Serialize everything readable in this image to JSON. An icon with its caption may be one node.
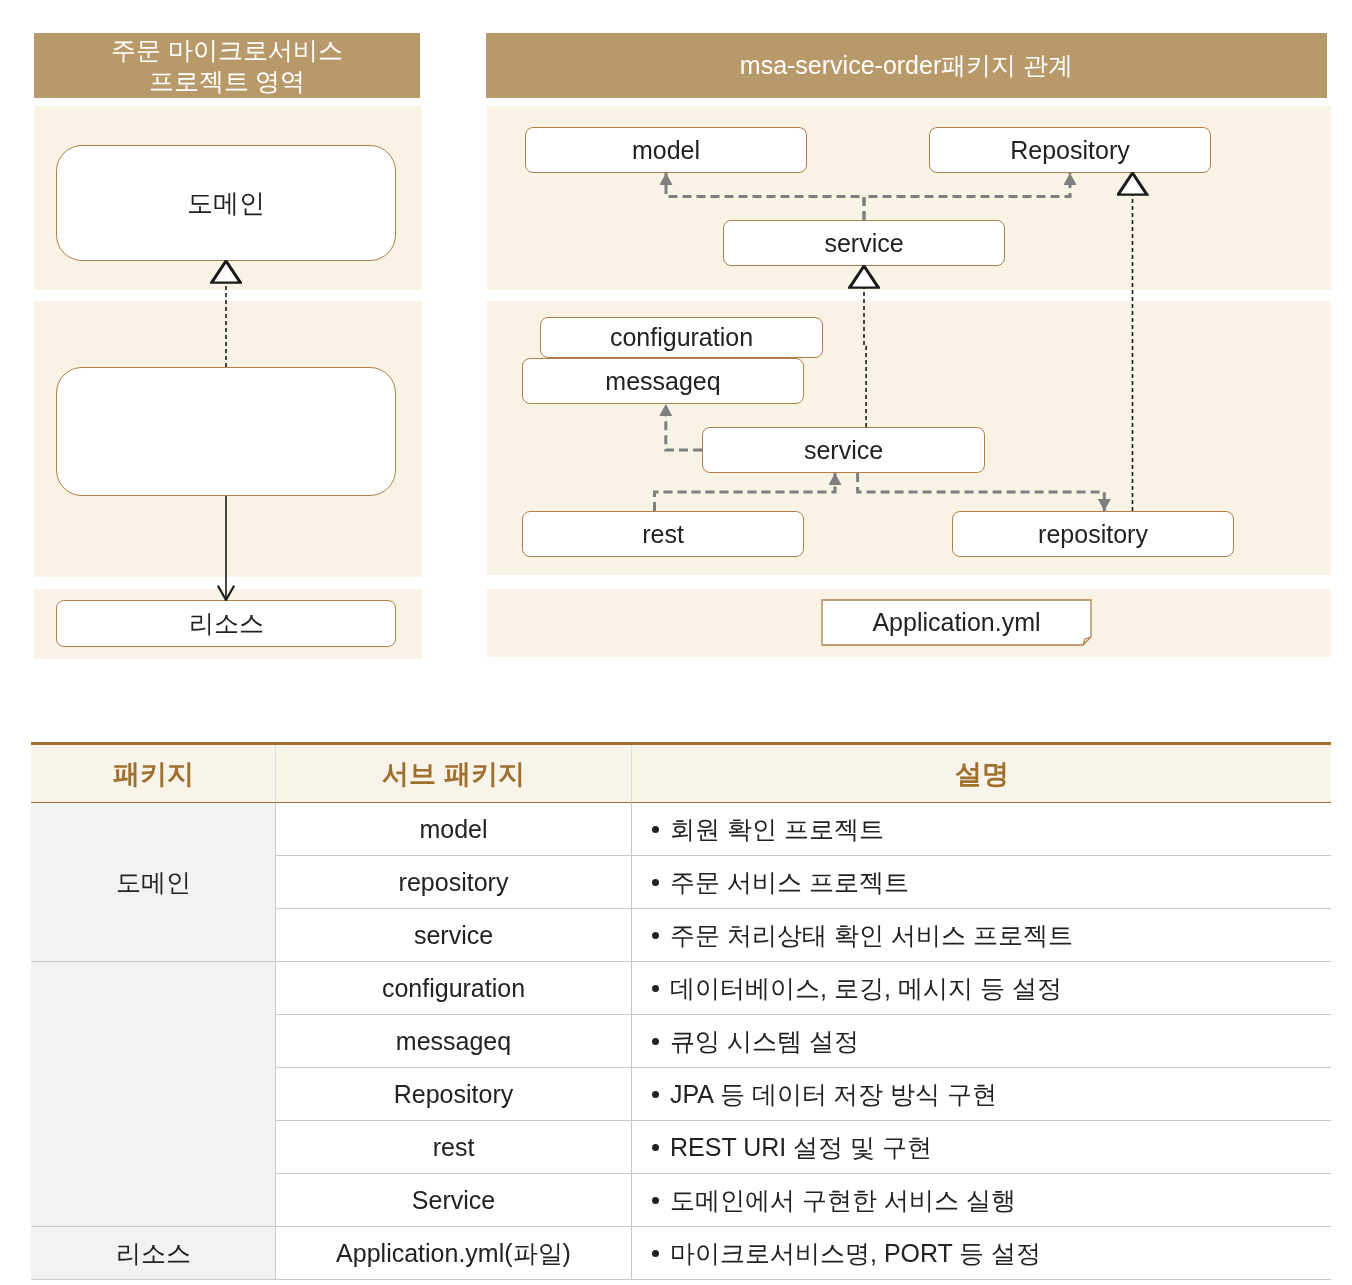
{
  "diagram": {
    "nodes": [
      {
        "text": [
          "주문 마이크로서비스 프로젝트 영역"
        ]
      },
      {
        "text": [],
        "shape": "band"
      },
      {
        "text": [
          "도메인"
        ],
        "in": 1
      },
      {
        "text": [],
        "shape": "band"
      },
      {
        "text": [],
        "shape": "box",
        "in": 3
      },
      {
        "text": [],
        "shape": "band"
      },
      {
        "text": [
          "리소스"
        ],
        "in": 5
      },
      {
        "text": [
          "msa-service-order패키지 관계"
        ]
      },
      {
        "text": [],
        "shape": "band"
      },
      {
        "text": [
          "model"
        ],
        "in": 8
      },
      {
        "text": [
          "Repository"
        ],
        "in": 8
      },
      {
        "text": [
          "service"
        ],
        "in": 8
      },
      {
        "text": [],
        "shape": "band"
      },
      {
        "text": [
          "configuration"
        ],
        "in": 12
      },
      {
        "text": [
          "messageq"
        ],
        "in": 12
      },
      {
        "text": [
          "service"
        ],
        "in": 12
      },
      {
        "text": [
          "rest"
        ],
        "in": 12
      },
      {
        "text": [
          "repository"
        ],
        "in": 12
      },
      {
        "text": [],
        "shape": "band"
      },
      {
        "text": [
          "Application.yml"
        ],
        "in": 18
      }
    ],
    "edges": [
      {
        "from": 4,
        "to": 2,
        "arrow": "to",
        "style": "dashed",
        "color": "#1a1a1a"
      },
      {
        "from": 4,
        "to": 6,
        "arrow": "to",
        "color": "#1a1a1a"
      },
      {
        "from": 11,
        "to": 9,
        "arrow": "to",
        "style": "dashed"
      },
      {
        "from": 11,
        "to": 10,
        "arrow": "to",
        "style": "dashed"
      },
      {
        "from": 15,
        "to": 11,
        "arrow": "to",
        "style": "dashed",
        "color": "#1a1a1a"
      },
      {
        "from": 17,
        "to": 10,
        "arrow": "to",
        "style": "dashed",
        "color": "#1a1a1a"
      },
      {
        "from": 15,
        "to": 14,
        "arrow": "to",
        "style": "dashed"
      },
      {
        "from": 16,
        "to": 15,
        "arrow": "to",
        "style": "dashed"
      },
      {
        "from": 15,
        "to": 17,
        "arrow": "to",
        "style": "dashed"
      }
    ],
    "labels": [
      "패키지",
      "서브 패키지",
      "설명",
      "도메인",
      "model",
      "회원 확인 프로젝트",
      "repository",
      "주문 서비스 프로젝트",
      "service",
      "주문 처리상태 확인 서비스 프로젝트",
      "configuration",
      "데이터베이스, 로깅, 메시지 등 설정",
      "messageq",
      "큐잉 시스템 설정",
      "Repository",
      "JPA 등 데이터 저장 방식 구현",
      "rest",
      "REST URI 설정 및 구현",
      "Service",
      "도메인에서 구현한 서비스 실행",
      "리소스",
      "Application.yml(파일)",
      "마이크로서비스명, PORT 등 설정"
    ]
  }
}
